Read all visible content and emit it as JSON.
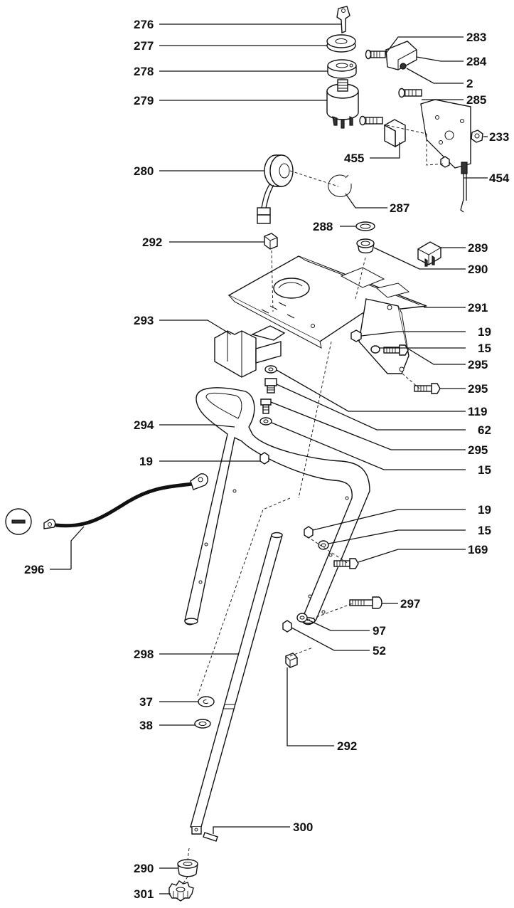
{
  "diagram": {
    "labels": {
      "p276": "276",
      "p277": "277",
      "p278": "278",
      "p279": "279",
      "p280": "280",
      "p283": "283",
      "p284": "284",
      "p2": "2",
      "p285": "285",
      "p233": "233",
      "p455": "455",
      "p454": "454",
      "p287": "287",
      "p288": "288",
      "p292a": "292",
      "p289": "289",
      "p290a": "290",
      "p291": "291",
      "p293": "293",
      "p19a": "19",
      "p15a": "15",
      "p295a": "295",
      "p295b": "295",
      "p119": "119",
      "p62": "62",
      "p294": "294",
      "p295c": "295",
      "p15b": "15",
      "p19b": "19",
      "p19c": "19",
      "p15c": "15",
      "p169": "169",
      "p296": "296",
      "p297": "297",
      "p97": "97",
      "p52": "52",
      "p298": "298",
      "p37": "37",
      "p38": "38",
      "p292b": "292",
      "p300": "300",
      "p290b": "290",
      "p301": "301"
    },
    "colors": {
      "ink": "#111111",
      "background": "#ffffff"
    }
  }
}
